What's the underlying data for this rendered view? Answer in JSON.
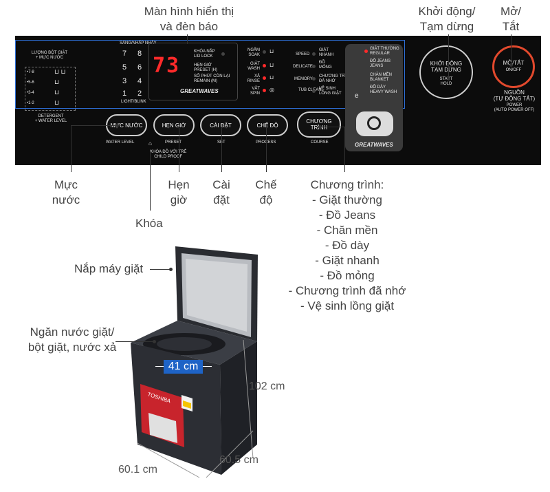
{
  "callouts": {
    "display": [
      "Màn hình hiển thị",
      "và đèn báo"
    ],
    "start": [
      "Khởi động/",
      "Tạm dừng"
    ],
    "power": [
      "Mở/",
      "Tắt"
    ],
    "water": [
      "Mực",
      "nước"
    ],
    "lock": "Khóa",
    "timer": [
      "Hẹn",
      "giờ"
    ],
    "setting": [
      "Cài",
      "đặt"
    ],
    "mode": [
      "Chế",
      "độ"
    ],
    "program_title": "Chương trình:",
    "programs": [
      "- Giặt thường",
      "- Đồ Jeans",
      "- Chăn mền",
      "- Đồ dày",
      "- Giặt nhanh",
      "- Đồ mỏng",
      "- Chương trình đã nhớ",
      "- Vệ sinh lồng giặt"
    ],
    "lid": "Nắp máy giặt",
    "drawer": [
      "Ngăn nước giặt/",
      "bột giặt, nước xả"
    ]
  },
  "dimensions": {
    "width_inner": "41 cm",
    "height": "102 cm",
    "depth": "60.5 cm",
    "width": "60.1 cm"
  },
  "panel": {
    "detergent_title": [
      "LƯỢNG BỘT GIẶT",
      "+ MỰC NƯỚC"
    ],
    "levels": [
      "•7-8",
      "•5-6",
      "•3-4",
      "•1-2"
    ],
    "detergent_footer": [
      "DETERGENT",
      "+ WATER LEVEL"
    ],
    "light_title": "SÁNG/NHẤP NHÁY",
    "numbers": [
      "7",
      "8",
      "5",
      "6",
      "3",
      "4",
      "1",
      "2"
    ],
    "light_footer": "LIGHT/BLINK",
    "display_value": "73",
    "lid_lock": [
      "KHÓA NẮP",
      "LID LOCK"
    ],
    "preset": [
      "HẸN GIỜ",
      "PRESET (H)"
    ],
    "remain": [
      "SỐ PHÚT CÒN LẠI",
      "REMAIN (M)"
    ],
    "brand": "GREATWAVES",
    "steps": [
      [
        "NGÂM",
        "SOAK"
      ],
      [
        "GIẶT",
        "WASH"
      ],
      [
        "XẢ",
        "RINSE"
      ],
      [
        "VẮT",
        "SPIN"
      ]
    ],
    "modes_left": [
      "SPEED",
      "DELICATE",
      "MEMORY",
      "TUB CLEAN"
    ],
    "modes_right": [
      [
        "GIẶT",
        "NHANH"
      ],
      [
        "ĐỒ",
        "MỎNG"
      ],
      [
        "CHƯƠNG TRÌNH",
        "ĐÃ NHỚ"
      ],
      [
        "VỆ SINH",
        "LỒNG GIẶT"
      ]
    ],
    "courses": [
      [
        "GIẶT THƯỜNG",
        "REGULAR"
      ],
      [
        "ĐỒ JEANS",
        "JEANS"
      ],
      [
        "CHĂN MỀN",
        "BLANKET"
      ],
      [
        "ĐỒ DÀY",
        "HEAVY WASH"
      ]
    ],
    "buttons": {
      "water": "MỰC NƯỚC",
      "water_sub": "WATER LEVEL",
      "timer": "HẸN GIỜ",
      "timer_sub": "PRESET",
      "set": "CÀI ĐẶT",
      "set_sub": "SET",
      "process": "CHẾ ĐỘ",
      "process_sub": "PROCESS",
      "course": "CHƯƠNG TRÌNH",
      "course_sub": "COURSE",
      "child": [
        "KHÓA ĐỒ VỚI TRẺ",
        "CHILD PROOF"
      ],
      "start": [
        "KHỞI ĐỘNG",
        "TẠM DỪNG"
      ],
      "start_sub": [
        "START",
        "HOLD"
      ],
      "power": "MỞ/TẮT",
      "power_sub": "ON/OFF",
      "power_label": [
        "NGUỒN",
        "(TỰ ĐỘNG TẮT)",
        "POWER",
        "(AUTO POWER OFF)"
      ]
    },
    "machine_brand": "TOSHIBA"
  },
  "colors": {
    "panel_bg": "#0c0c0c",
    "led_red": "#ff2a2a",
    "highlight_blue": "#1e63c6",
    "power_ring": "#e2492d"
  }
}
